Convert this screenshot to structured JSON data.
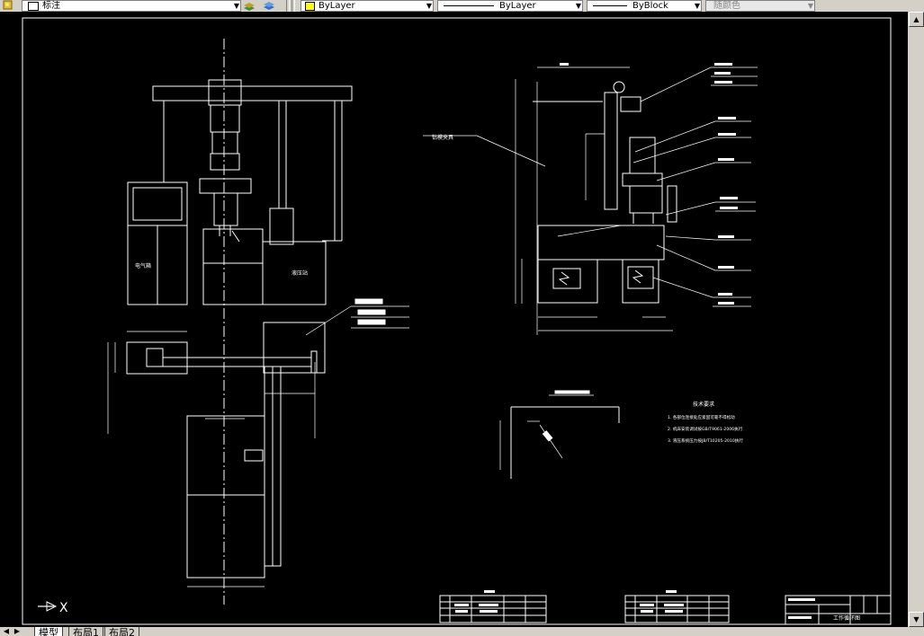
{
  "toolbar": {
    "layer_name": "标注",
    "color_value": "ByLayer",
    "linetype_value": "ByLayer",
    "lineweight_value": "ByBlock",
    "plotstyle_value": "随颜色"
  },
  "drawing": {
    "labels": {
      "electric_box": "电气箱",
      "hydraulic_station": "液压站",
      "fixture_label": "钻模夹具",
      "tech_title": "技术要求",
      "tech_items": [
        "1. 各部位连接处应紧固可靠不得松动",
        "2. 机床安装调试按GB/T9061-2006执行",
        "3. 液压系统压力按JB/T10205-2010执行"
      ],
      "title_block_name": "工作循环图"
    },
    "axis_label": "X"
  },
  "tabs": [
    "模型",
    "布局1",
    "布局2"
  ],
  "active_tab": 0
}
